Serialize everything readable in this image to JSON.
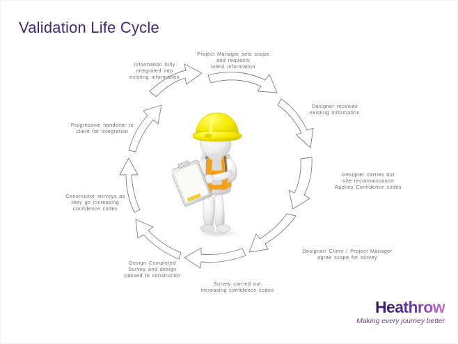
{
  "slide": {
    "title": "Validation Life Cycle",
    "title_color": "#3d2a6e",
    "background_color": "#ffffff"
  },
  "diagram": {
    "type": "clockwise-cycle",
    "center_graphic": "construction-worker-with-clipboard",
    "arrow_count": 8,
    "arrow_style": "curved-outline",
    "steps": [
      {
        "index": 1,
        "label": "Project Manager sets scope\nand requests\nlatest information"
      },
      {
        "index": 2,
        "label": "Designer receives\nexisting information"
      },
      {
        "index": 3,
        "label": "Designer carries out\nsite reconnaissance\nApplies Confidence codes"
      },
      {
        "index": 4,
        "label": "Designer/ Client / Project Manager\nagree scope for survey"
      },
      {
        "index": 5,
        "label": "Survey carried out\nincreasing confidence codes"
      },
      {
        "index": 6,
        "label": "Design Completed\nSurvey and design\npassed to constructor"
      },
      {
        "index": 7,
        "label": "Constructor surveys as\nthey go increasing\nconfidence codes"
      },
      {
        "index": 8,
        "label": "Progressive handover to\nclient for integration"
      },
      {
        "index": 9,
        "label": "Information fully\nintegrated into\nexisting information"
      }
    ],
    "label_color": "#6b6b6b"
  },
  "worker": {
    "helmet_color": "#f2e800",
    "vest_color": "#f0a020",
    "body_color": "#e8e8e8",
    "clipboard_color": "#d8d8d4"
  },
  "logo": {
    "wordmark": "Heathrow",
    "tagline": "Making every journey better",
    "color_dark": "#2d1a54",
    "color_light": "#c46fce"
  }
}
